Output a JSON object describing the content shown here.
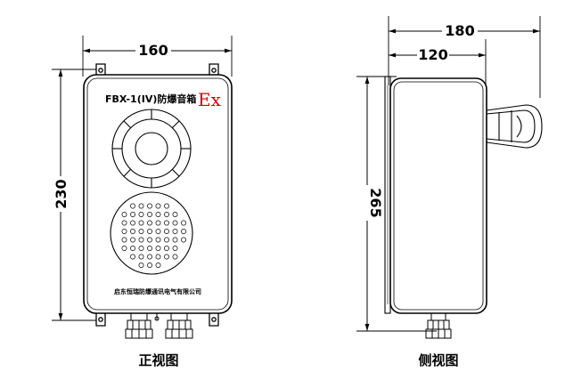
{
  "front_view": {
    "caption": "正视图",
    "width_label": "160",
    "height_label": "230",
    "product_label": "FBX-1(IV)防爆音箱",
    "ex_mark": "Ex",
    "manufacturer": "启东恒瑞防爆通讯电气有限公司"
  },
  "side_view": {
    "caption": "侧视图",
    "overall_depth_label": "180",
    "body_depth_label": "120",
    "height_label": "265"
  },
  "colors": {
    "line": "#000000",
    "ex_mark": "#d40000",
    "background": "#ffffff"
  }
}
